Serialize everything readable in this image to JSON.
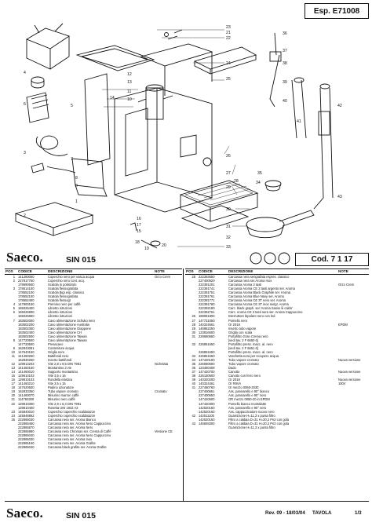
{
  "header": {
    "doc_code": "Esp. E71008"
  },
  "brand": {
    "name": "Saeco",
    "model": "SIN 015",
    "cod": "Cod. 7 1 17"
  },
  "diagram": {
    "callouts": [
      "1",
      "2",
      "3",
      "4",
      "5",
      "6",
      "7",
      "8",
      "9",
      "10",
      "11",
      "12",
      "13",
      "14",
      "15",
      "16",
      "17",
      "18",
      "19",
      "20",
      "21",
      "22",
      "23",
      "24",
      "25",
      "26",
      "27",
      "28",
      "29",
      "30",
      "31",
      "32",
      "33",
      "34",
      "35",
      "36",
      "37",
      "38",
      "39",
      "40",
      "41",
      "42",
      "43"
    ]
  },
  "parts_table": {
    "headers": [
      "POS",
      "CODICE",
      "DESCRIZIONE",
      "NOTE"
    ],
    "left_rows": [
      [
        "1",
        "141280050",
        "Coperchio nero per vasca acqua",
        "Orzo Crem"
      ],
      [
        "2",
        "227817750",
        "Coperchio nero cont. acq.",
        ""
      ],
      [
        "",
        "178690500",
        "Scatola in polistirolo",
        ""
      ],
      [
        "3",
        "178514100",
        "Scatola flessografata",
        ""
      ],
      [
        "",
        "178552100",
        "Scatola Bigi esp. classico",
        ""
      ],
      [
        "",
        "178552100",
        "Scatola flessografata",
        ""
      ],
      [
        "",
        "178552400",
        "Scatola flessogr",
        ""
      ],
      [
        "4",
        "147900150",
        "Premino nero per caffè",
        ""
      ],
      [
        "5",
        "165026400",
        "Libretto istruzioni",
        ""
      ],
      [
        "6",
        "165026800",
        "Libretto istruzioni",
        ""
      ],
      [
        "",
        "165026800",
        "Libretto istruzioni",
        ""
      ],
      [
        "7",
        "183502000",
        "Cavo alimentazione Schuko nero",
        ""
      ],
      [
        "",
        "183502200",
        "Cavo alimentazione Australia",
        ""
      ],
      [
        "",
        "183502300",
        "Cavo alimentazione Giappone",
        ""
      ],
      [
        "",
        "183502400",
        "Cavo alimentazione CH",
        ""
      ],
      [
        "",
        "183502500",
        "Cavo alimentazione Taiwan",
        ""
      ],
      [
        "8",
        "147720500",
        "Cavo alimentazione Taiwan",
        ""
      ],
      [
        "",
        "147720500",
        "Presacavo",
        ""
      ],
      [
        "9",
        "162843081",
        "Contenitore acqua",
        ""
      ],
      [
        "10",
        "147640150",
        "Griglia nero",
        ""
      ],
      [
        "11",
        "141460250",
        "Battifondi nero",
        ""
      ],
      [
        "",
        "162830250",
        "Inserto battifondi",
        ""
      ],
      [
        "12",
        "129813203",
        "Vite 2,9 x 9,5 DIN 7981",
        "Nichelata"
      ],
      [
        "13",
        "141460150",
        "Montantino 3 vie",
        ""
      ],
      [
        "14",
        "141460010",
        "Supporto montantino",
        ""
      ],
      [
        "15",
        "129610103",
        "Vite 3,5 x 16",
        ""
      ],
      [
        "16",
        "129810103",
        "Rondella elastica",
        ""
      ],
      [
        "17",
        "141460210",
        "Vite 3,5 x 15",
        ""
      ],
      [
        "18",
        "147620600",
        "Padino azionatore",
        ""
      ],
      [
        "19",
        "162833350",
        "Tubo vapore cromato",
        "Cromato"
      ],
      [
        "20",
        "141460070",
        "Misurino marron caffè",
        ""
      ],
      [
        "21",
        "114760300",
        "Misurino nero caffè",
        ""
      ],
      [
        "22",
        "129810300",
        "Vite 2,9 x 6,4 DIN 7981",
        ""
      ],
      [
        "",
        "129810400",
        "Rosetta UNI 1842 A3",
        ""
      ],
      [
        "23",
        "145840010",
        "Coperchio coperchio scaldatazze",
        ""
      ],
      [
        "24",
        "145848862",
        "Coperchio coperchio scaldatazze",
        ""
      ],
      [
        "25",
        "222865030",
        "Carcassa nera ser. Aroma Bianco",
        ""
      ],
      [
        "",
        "222865450",
        "Carcassa nera ser. Aroma Nero Cappuccino",
        ""
      ],
      [
        "",
        "222865870",
        "Carcassa nera ser. Aroma Nero",
        ""
      ],
      [
        "",
        "222865980",
        "Carcassa nera Chromas ser. Crema di Caffè",
        "Versione CE"
      ],
      [
        "",
        "222865040",
        "Carcassa nera ser. Aroma Nero Cappuccino",
        ""
      ],
      [
        "",
        "222865030",
        "Carcassa nera ser. Aroma Inox",
        ""
      ],
      [
        "",
        "222865160",
        "Carcassa nera ser. Aroma Grafite",
        ""
      ],
      [
        "",
        "222865040",
        "Carcassa black grafite ser. Aroma Grafite",
        ""
      ]
    ],
    "right_rows": [
      [
        "25",
        "222393650",
        "Carcassa nera serigrafata espres. classico",
        ""
      ],
      [
        "",
        "227400520",
        "Carcassa nera ser.Aroma Inox",
        ""
      ],
      [
        "",
        "222391201",
        "Carcassa Aroma 3 tasti",
        "Orzo Crem"
      ],
      [
        "",
        "222391741",
        "Carcassa Aroma CE 3 tasti argento ser. Aroma",
        ""
      ],
      [
        "",
        "222391751",
        "Carcassa Aroma Black Graphite ser. Aroma",
        ""
      ],
      [
        "",
        "222391761",
        "Carcassa Aroma Blue Navy ser. Aroma",
        ""
      ],
      [
        "",
        "222391771",
        "Carcassa Aroma CE 3T nero ser. Aroma",
        ""
      ],
      [
        "",
        "222391780",
        "Carcassa Aroma CE 3T inox serigr. Aroma",
        ""
      ],
      [
        "",
        "222392180",
        "Carc. black graph. ser.'Aroma Sasso lii caldo'",
        ""
      ],
      [
        "",
        "222392761",
        "Carc. Aroma CE 3 tasti nera ser. Aroma Cappuccino",
        ""
      ],
      [
        "26",
        "188081800",
        "Interruttore bipolare nero con led",
        ""
      ],
      [
        "27",
        "147731050",
        "Pomello nero",
        ""
      ],
      [
        "28",
        "140324661",
        "Or 2018",
        "EPDM"
      ],
      [
        "29",
        "146962250",
        "Inserto tubo vapore",
        ""
      ],
      [
        "30",
        "123816600",
        "Griglia con scala",
        ""
      ],
      [
        "31",
        "228680650",
        "Portafiltro Gran Crema nero",
        ""
      ],
      [
        "",
        "",
        "[vedi tav. 2 F 6650 6]",
        ""
      ],
      [
        "32",
        "226851650",
        "Portafiltro press. macc. al. nero",
        ""
      ],
      [
        "",
        "",
        "[vedi tav. 2 F 6651 6]",
        ""
      ],
      [
        "",
        "226851650",
        "Portafiltro press. macc. al. nero",
        ""
      ],
      [
        "33",
        "226851660",
        "Vaschetta nera per recupero acqua",
        ""
      ],
      [
        "34",
        "147420100",
        "Tubo vapore cromato",
        "Nuova versione"
      ],
      [
        "35",
        "226080500",
        "Tubo vapore cromato",
        ""
      ],
      [
        "36",
        "123460408",
        "Dado",
        ""
      ],
      [
        "37",
        "147420700",
        "Canotto",
        "Nuova versione"
      ],
      [
        "38",
        "226130500",
        "Canotto con ferro nero",
        ""
      ],
      [
        "39",
        "140320200",
        "Or 2018",
        "Nuova versione"
      ],
      [
        "40",
        "140324461",
        "Or R9VA",
        "100V"
      ],
      [
        "41",
        "227480760",
        "Or mezzo 0060-2030",
        ""
      ],
      [
        "",
        "227400651",
        "Ass. pannarello e 90° bianco",
        ""
      ],
      [
        "",
        "227400650",
        "Ass. pannarello e 90° nero",
        ""
      ],
      [
        "",
        "147420600",
        "OR mezzo 0050-20 in EPDM",
        ""
      ],
      [
        "",
        "147420300",
        "Pomello bianco montalatte",
        ""
      ],
      [
        "",
        "142520150",
        "Ass. pannarello e 90° nero",
        ""
      ],
      [
        "",
        "142520160",
        "Ass. cappuccinatore nuovo nero",
        ""
      ],
      [
        "42",
        "142511100",
        "Guarnizione H=11,3 x punta filtro",
        ""
      ],
      [
        "",
        "142520150",
        "Filtro a caldaia D=31 H=20,2 Pn2 con gola",
        ""
      ],
      [
        "43",
        "145848300",
        "Filtro a caldaia D=31 H=20,2 Pn2 con gola",
        ""
      ],
      [
        "",
        "",
        "Guarnizione H=11,3 x punta filtro",
        ""
      ]
    ]
  },
  "footer": {
    "revision": "Rev. 09 - 18/03/04",
    "tavola": "TAVOLA",
    "page": "1/3"
  }
}
